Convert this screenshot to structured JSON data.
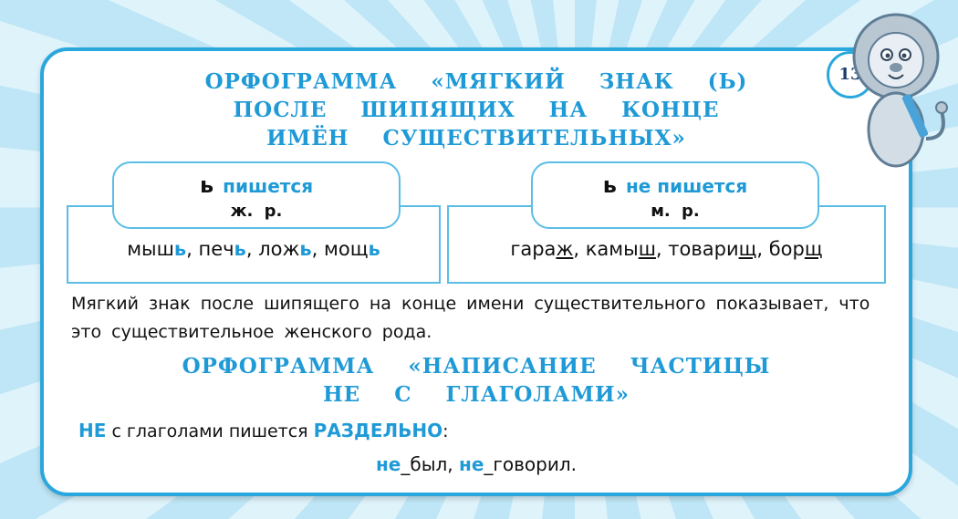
{
  "page_number": "13",
  "section1": {
    "title_lines": [
      "Орфограмма «мягкий знак (ь)",
      "после шипящих на конце",
      "имён существительных»"
    ],
    "left": {
      "sign": "ь",
      "label": "пишется",
      "gender": "ж. р.",
      "examples": [
        {
          "stem": "мыш",
          "end": "ь",
          "sep": ", "
        },
        {
          "stem": "печ",
          "end": "ь",
          "sep": ", "
        },
        {
          "stem": "лож",
          "end": "ь",
          "sep": ", "
        },
        {
          "stem": "мощ",
          "end": "ь",
          "sep": ""
        }
      ]
    },
    "right": {
      "sign": "ь",
      "label": "не пишется",
      "gender": "м. р.",
      "examples": [
        {
          "stem": "гара",
          "end": "ж",
          "sep": ", "
        },
        {
          "stem": "камы",
          "end": "ш",
          "sep": ", "
        },
        {
          "stem": "товари",
          "end": "щ",
          "sep": ", "
        },
        {
          "stem": "бор",
          "end": "щ",
          "sep": ""
        }
      ]
    },
    "rule_text": "Мягкий знак после шипящего на конце имени существительного показывает, что это существительное женского рода."
  },
  "section2": {
    "title_lines": [
      "Орфограмма «написание частицы",
      "не с глаголами»"
    ],
    "rule_ne": "НЕ",
    "rule_mid": " с глаголами пишется ",
    "rule_word": "РАЗДЕЛЬНО",
    "rule_end": ":",
    "ex1_ne": "не",
    "ex1_rest": "_был, ",
    "ex2_ne": "не",
    "ex2_rest": "_говорил."
  },
  "colors": {
    "accent": "#1f9ad6",
    "border": "#2aa7dc",
    "background": "#cdeaf6"
  },
  "icons": {
    "mascot": "lion-mascot-icon"
  }
}
